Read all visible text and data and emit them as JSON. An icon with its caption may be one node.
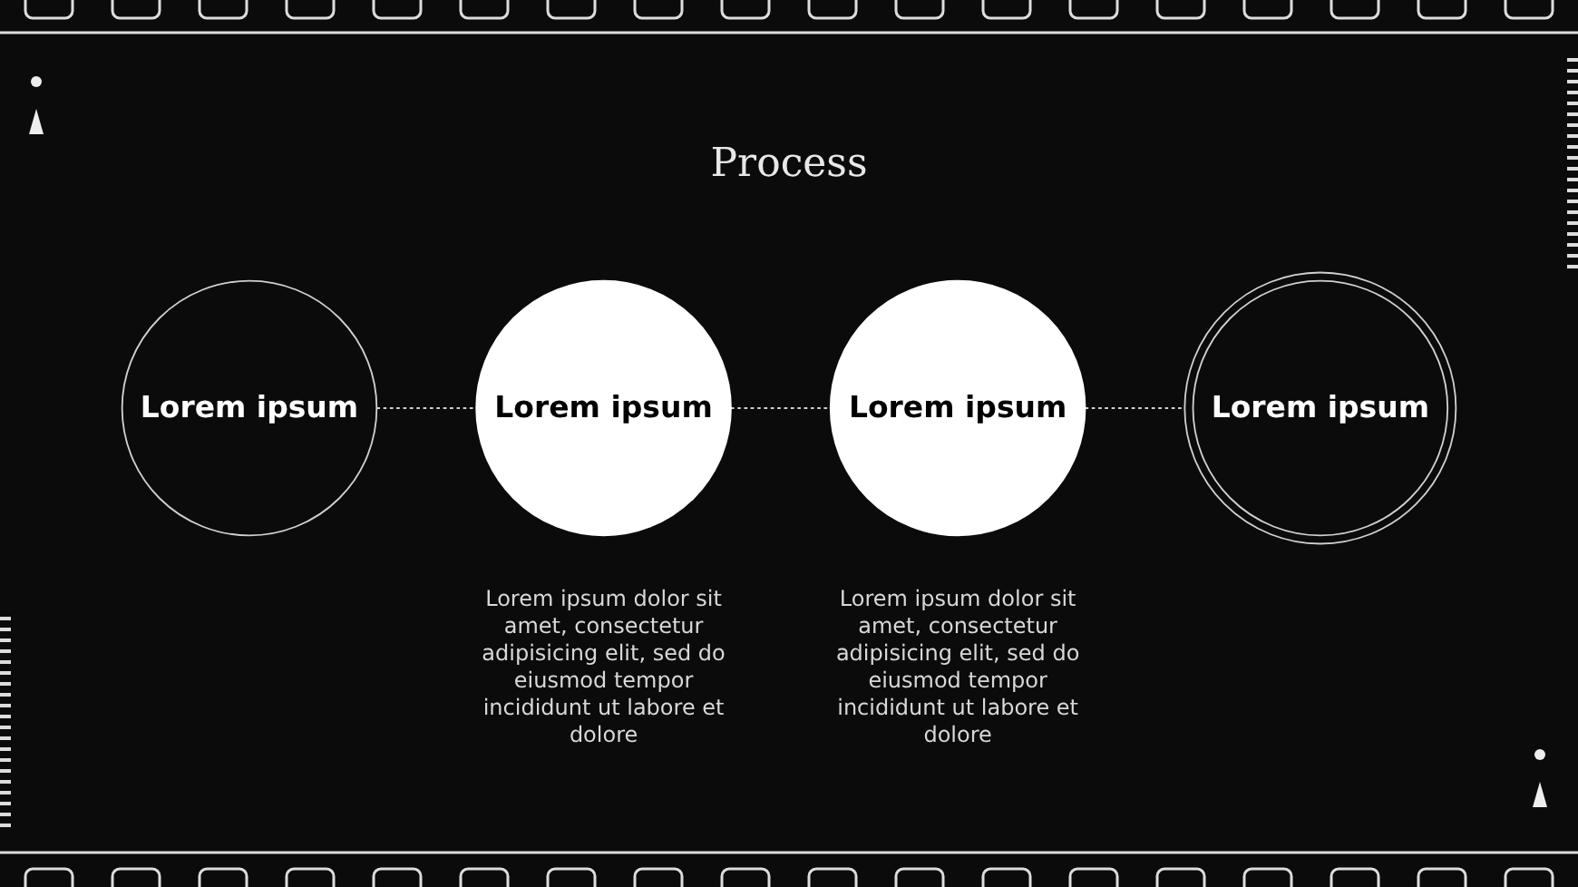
{
  "diagram": {
    "title": "Process",
    "nodes": [
      {
        "text": [
          "Lorem ipsum"
        ]
      },
      {
        "text": [
          "Lorem ipsum"
        ],
        "beside": [
          "Lorem ipsum dolor sit amet, consectetur adipisicing elit, sed do eiusmod tempor incididunt ut labore et dolore"
        ]
      },
      {
        "text": [
          "Lorem ipsum"
        ],
        "beside": [
          "Lorem ipsum dolor sit amet, consectetur adipisicing elit, sed do eiusmod tempor incididunt ut labore et dolore"
        ]
      },
      {
        "text": [
          "Lorem ipsum"
        ]
      }
    ],
    "edges": [
      {
        "from": 0,
        "to": 1,
        "arrow": "none",
        "style": "dashed"
      },
      {
        "from": 1,
        "to": 2,
        "arrow": "none",
        "style": "dashed"
      },
      {
        "from": 2,
        "to": 3,
        "arrow": "none",
        "style": "dashed"
      }
    ]
  }
}
